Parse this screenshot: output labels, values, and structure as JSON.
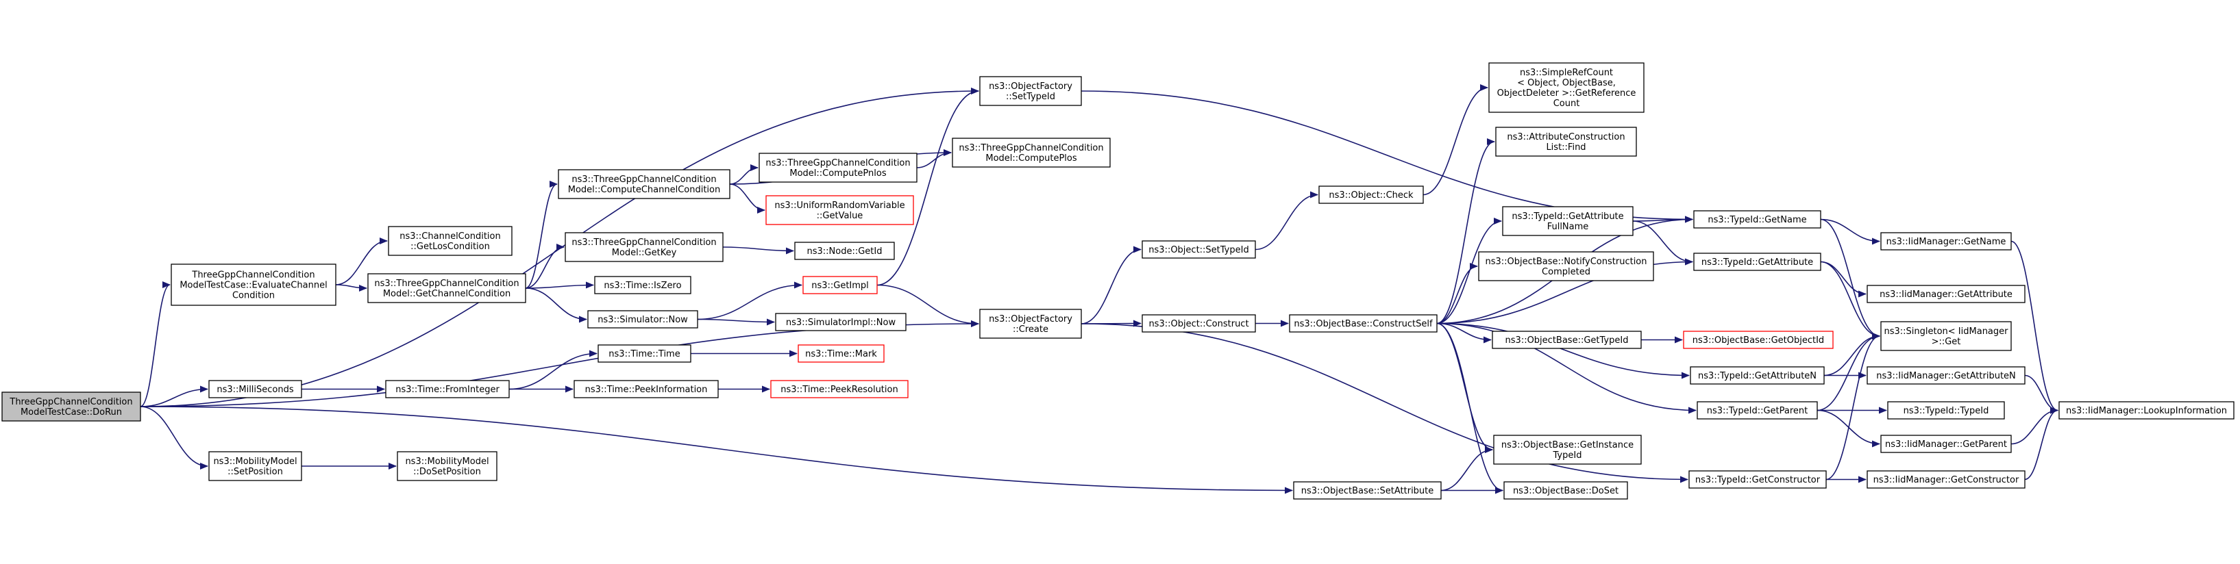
{
  "graph": {
    "nodes": [
      {
        "id": "root",
        "label": [
          "ThreeGppChannelCondition",
          "ModelTestCase::DoRun"
        ],
        "style": "root"
      },
      {
        "id": "eval",
        "label": [
          "ThreeGppChannelCondition",
          "ModelTestCase::EvaluateChannel",
          "Condition"
        ]
      },
      {
        "id": "millis",
        "label": [
          "ns3::MilliSeconds"
        ]
      },
      {
        "id": "setpos",
        "label": [
          "ns3::MobilityModel",
          "::SetPosition"
        ]
      },
      {
        "id": "ofcreate",
        "label": [
          "ns3::ObjectFactory",
          "::Create"
        ]
      },
      {
        "id": "setattr",
        "label": [
          "ns3::ObjectBase::SetAttribute"
        ]
      },
      {
        "id": "ofsettid",
        "label": [
          "ns3::ObjectFactory",
          "::SetTypeId"
        ]
      },
      {
        "id": "gettid",
        "label": [
          "ns3::TypeId::GetName"
        ]
      },
      {
        "id": "getlos",
        "label": [
          "ns3::ChannelCondition",
          "::GetLosCondition"
        ]
      },
      {
        "id": "getcc",
        "label": [
          "ns3::ThreeGppChannelCondition",
          "Model::GetChannelCondition"
        ]
      },
      {
        "id": "compcc",
        "label": [
          "ns3::ThreeGppChannelCondition",
          "Model::ComputeChannelCondition"
        ]
      },
      {
        "id": "getkey",
        "label": [
          "ns3::ThreeGppChannelCondition",
          "Model::GetKey"
        ]
      },
      {
        "id": "iszero",
        "label": [
          "ns3::Time::IsZero"
        ]
      },
      {
        "id": "simnow",
        "label": [
          "ns3::Simulator::Now"
        ]
      },
      {
        "id": "fromint",
        "label": [
          "ns3::Time::FromInteger"
        ]
      },
      {
        "id": "dosetpos",
        "label": [
          "ns3::MobilityModel",
          "::DoSetPosition"
        ]
      },
      {
        "id": "timetime",
        "label": [
          "ns3::Time::Time"
        ]
      },
      {
        "id": "peekinfo",
        "label": [
          "ns3::Time::PeekInformation"
        ]
      },
      {
        "id": "comppnlos",
        "label": [
          "ns3::ThreeGppChannelCondition",
          "Model::ComputePnlos"
        ]
      },
      {
        "id": "urvget",
        "label": [
          "ns3::UniformRandomVariable",
          "::GetValue"
        ],
        "style": "hl"
      },
      {
        "id": "comppplos",
        "label": [
          "ns3::ThreeGppChannelCondition",
          "Model::ComputePlos"
        ]
      },
      {
        "id": "nodegetid",
        "label": [
          "ns3::Node::GetId"
        ]
      },
      {
        "id": "getimpl",
        "label": [
          "ns3::GetImpl"
        ],
        "style": "hl"
      },
      {
        "id": "simimplnow",
        "label": [
          "ns3::SimulatorImpl::Now"
        ]
      },
      {
        "id": "timemark",
        "label": [
          "ns3::Time::Mark"
        ],
        "style": "hl"
      },
      {
        "id": "peekres",
        "label": [
          "ns3::Time::PeekResolution"
        ],
        "style": "hl"
      },
      {
        "id": "objsettid",
        "label": [
          "ns3::Object::SetTypeId"
        ]
      },
      {
        "id": "objconstruct",
        "label": [
          "ns3::Object::Construct"
        ]
      },
      {
        "id": "objcheck",
        "label": [
          "ns3::Object::Check"
        ]
      },
      {
        "id": "simplerc",
        "label": [
          "ns3::SimpleRefCount",
          "< Object, ObjectBase,",
          " ObjectDeleter >::GetReference",
          "Count"
        ]
      },
      {
        "id": "constructself",
        "label": [
          "ns3::ObjectBase::ConstructSelf"
        ]
      },
      {
        "id": "attrfind",
        "label": [
          "ns3::AttributeConstruction",
          "List::Find"
        ]
      },
      {
        "id": "getattrfull",
        "label": [
          "ns3::TypeId::GetAttribute",
          "FullName"
        ]
      },
      {
        "id": "notify",
        "label": [
          "ns3::ObjectBase::NotifyConstruction",
          "Completed"
        ]
      },
      {
        "id": "obgettid",
        "label": [
          "ns3::ObjectBase::GetTypeId"
        ]
      },
      {
        "id": "getinst",
        "label": [
          "ns3::ObjectBase::GetInstance",
          "TypeId"
        ]
      },
      {
        "id": "doset",
        "label": [
          "ns3::ObjectBase::DoSet"
        ]
      },
      {
        "id": "tidgetattr",
        "label": [
          "ns3::TypeId::GetAttribute"
        ]
      },
      {
        "id": "getobjid",
        "label": [
          "ns3::ObjectBase::GetObjectId"
        ],
        "style": "hl"
      },
      {
        "id": "tidgetattrn",
        "label": [
          "ns3::TypeId::GetAttributeN"
        ]
      },
      {
        "id": "tidgetparent",
        "label": [
          "ns3::TypeId::GetParent"
        ]
      },
      {
        "id": "tidgetctor",
        "label": [
          "ns3::TypeId::GetConstructor"
        ]
      },
      {
        "id": "iidgetname",
        "label": [
          "ns3::IidManager::GetName"
        ]
      },
      {
        "id": "iidgetattr",
        "label": [
          "ns3::IidManager::GetAttribute"
        ]
      },
      {
        "id": "singleton",
        "label": [
          "ns3::Singleton< IidManager",
          " >::Get"
        ]
      },
      {
        "id": "iidgetattrn",
        "label": [
          "ns3::IidManager::GetAttributeN"
        ]
      },
      {
        "id": "tidtid",
        "label": [
          "ns3::TypeId::TypeId"
        ]
      },
      {
        "id": "iidgetparent",
        "label": [
          "ns3::IidManager::GetParent"
        ]
      },
      {
        "id": "iidgetctor",
        "label": [
          "ns3::IidManager::GetConstructor"
        ]
      },
      {
        "id": "lookup",
        "label": [
          "ns3::IidManager::LookupInformation"
        ]
      }
    ],
    "edges": [
      [
        "root",
        "eval"
      ],
      [
        "root",
        "millis"
      ],
      [
        "root",
        "setpos"
      ],
      [
        "root",
        "ofcreate"
      ],
      [
        "root",
        "setattr"
      ],
      [
        "root",
        "ofsettid"
      ],
      [
        "eval",
        "getlos"
      ],
      [
        "eval",
        "getcc"
      ],
      [
        "getcc",
        "compcc"
      ],
      [
        "getcc",
        "getkey"
      ],
      [
        "getcc",
        "iszero"
      ],
      [
        "getcc",
        "simnow"
      ],
      [
        "compcc",
        "comppnlos"
      ],
      [
        "compcc",
        "urvget"
      ],
      [
        "compcc",
        "comppplos"
      ],
      [
        "comppnlos",
        "comppplos"
      ],
      [
        "getkey",
        "nodegetid"
      ],
      [
        "simnow",
        "getimpl"
      ],
      [
        "simnow",
        "simimplnow"
      ],
      [
        "getimpl",
        "ofsettid"
      ],
      [
        "getimpl",
        "ofcreate"
      ],
      [
        "millis",
        "fromint"
      ],
      [
        "fromint",
        "timetime"
      ],
      [
        "fromint",
        "peekinfo"
      ],
      [
        "timetime",
        "timemark"
      ],
      [
        "peekinfo",
        "peekres"
      ],
      [
        "setpos",
        "dosetpos"
      ],
      [
        "ofsettid",
        "gettid"
      ],
      [
        "ofcreate",
        "objsettid"
      ],
      [
        "ofcreate",
        "objconstruct"
      ],
      [
        "ofcreate",
        "tidgetctor"
      ],
      [
        "objsettid",
        "objcheck"
      ],
      [
        "objcheck",
        "simplerc"
      ],
      [
        "objconstruct",
        "constructself"
      ],
      [
        "constructself",
        "attrfind"
      ],
      [
        "constructself",
        "gettid"
      ],
      [
        "constructself",
        "getattrfull"
      ],
      [
        "constructself",
        "notify"
      ],
      [
        "constructself",
        "tidgetattr"
      ],
      [
        "constructself",
        "obgettid"
      ],
      [
        "constructself",
        "tidgetattrn"
      ],
      [
        "constructself",
        "tidgetparent"
      ],
      [
        "constructself",
        "getinst"
      ],
      [
        "constructself",
        "doset"
      ],
      [
        "obgettid",
        "getobjid"
      ],
      [
        "setattr",
        "getinst"
      ],
      [
        "setattr",
        "doset"
      ],
      [
        "getattrfull",
        "gettid"
      ],
      [
        "getattrfull",
        "tidgetattr"
      ],
      [
        "gettid",
        "iidgetname"
      ],
      [
        "gettid",
        "singleton"
      ],
      [
        "tidgetattr",
        "iidgetattr"
      ],
      [
        "tidgetattr",
        "singleton"
      ],
      [
        "tidgetattrn",
        "singleton"
      ],
      [
        "tidgetattrn",
        "iidgetattrn"
      ],
      [
        "tidgetparent",
        "tidtid"
      ],
      [
        "tidgetparent",
        "iidgetparent"
      ],
      [
        "tidgetparent",
        "singleton"
      ],
      [
        "tidgetctor",
        "singleton"
      ],
      [
        "tidgetctor",
        "iidgetctor"
      ],
      [
        "iidgetname",
        "lookup"
      ],
      [
        "iidgetattrn",
        "lookup"
      ],
      [
        "iidgetparent",
        "lookup"
      ],
      [
        "iidgetctor",
        "lookup"
      ]
    ]
  }
}
